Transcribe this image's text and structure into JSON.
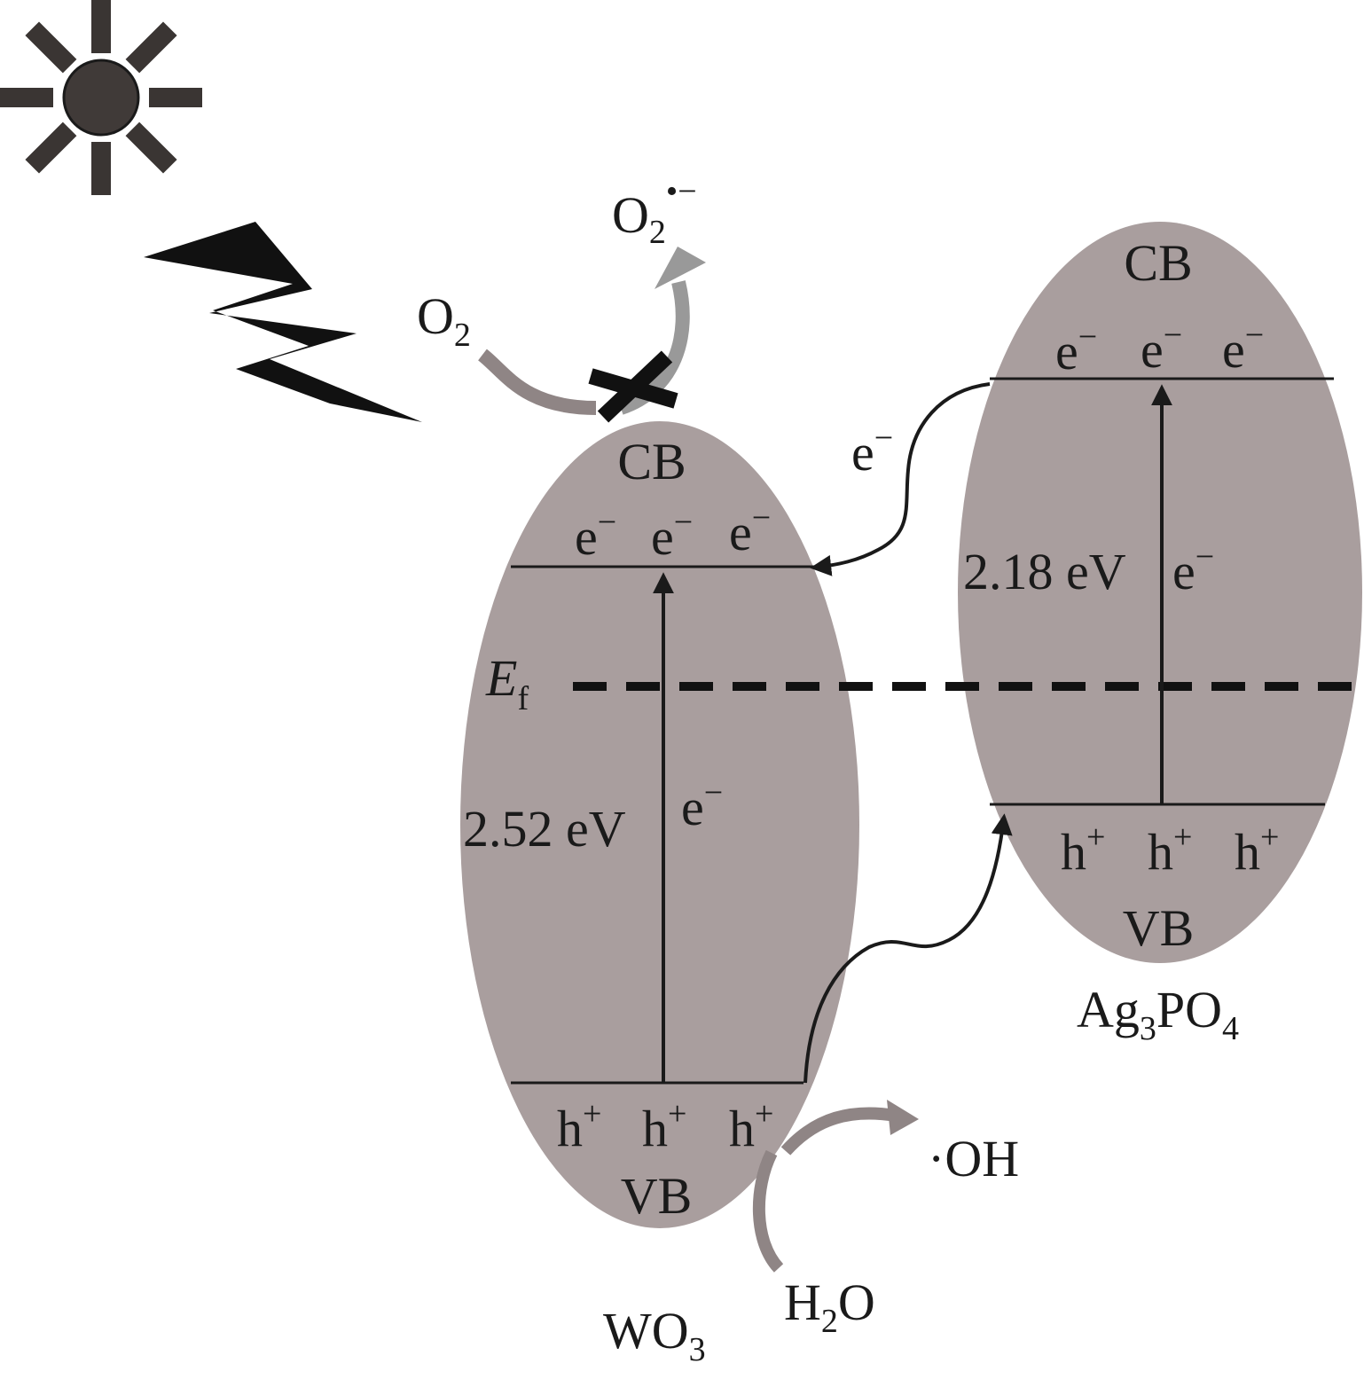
{
  "colors": {
    "band_fill": "#a99e9e",
    "sun_fill": "#403a38",
    "ray_fill": "#3a3533",
    "bolt_fill": "#111111",
    "line": "#1a1a1a",
    "gray_arrow": "#999999",
    "gray_arrow_dark": "#8f8585",
    "cross": "#111111",
    "background": "#ffffff"
  },
  "icons": {
    "sun": "sun-icon",
    "lightning": "lightning-bolt-icon",
    "blocked": "cross-mark-icon"
  },
  "labels": {
    "superoxide": {
      "base": "O",
      "sub": "2",
      "sup": "•−"
    },
    "oxygen": {
      "base": "O",
      "sub": "2"
    },
    "hydroxyl": "·OH",
    "water": {
      "base1": "H",
      "sub": "2",
      "base2": "O"
    },
    "fermi": {
      "base": "E",
      "sub": "f"
    }
  },
  "wo3": {
    "name": {
      "base1": "WO",
      "sub": "3"
    },
    "cb": "CB",
    "vb": "VB",
    "electrons": [
      "e",
      "e",
      "e"
    ],
    "electron_sup": "−",
    "holes": [
      "h",
      "h",
      "h"
    ],
    "hole_sup": "+",
    "gap": "2.52 eV",
    "transfer_electron": {
      "base": "e",
      "sup": "−"
    }
  },
  "ag3po4": {
    "name": {
      "base1": "Ag",
      "sub1": "3",
      "base2": "PO",
      "sub2": "4"
    },
    "cb": "CB",
    "vb": "VB",
    "electrons": [
      "e",
      "e",
      "e"
    ],
    "electron_sup": "−",
    "holes": [
      "h",
      "h",
      "h"
    ],
    "hole_sup": "+",
    "gap": "2.18 eV",
    "transfer_electron": {
      "base": "e",
      "sup": "−"
    }
  },
  "interface_electron": {
    "base": "e",
    "sup": "−"
  }
}
